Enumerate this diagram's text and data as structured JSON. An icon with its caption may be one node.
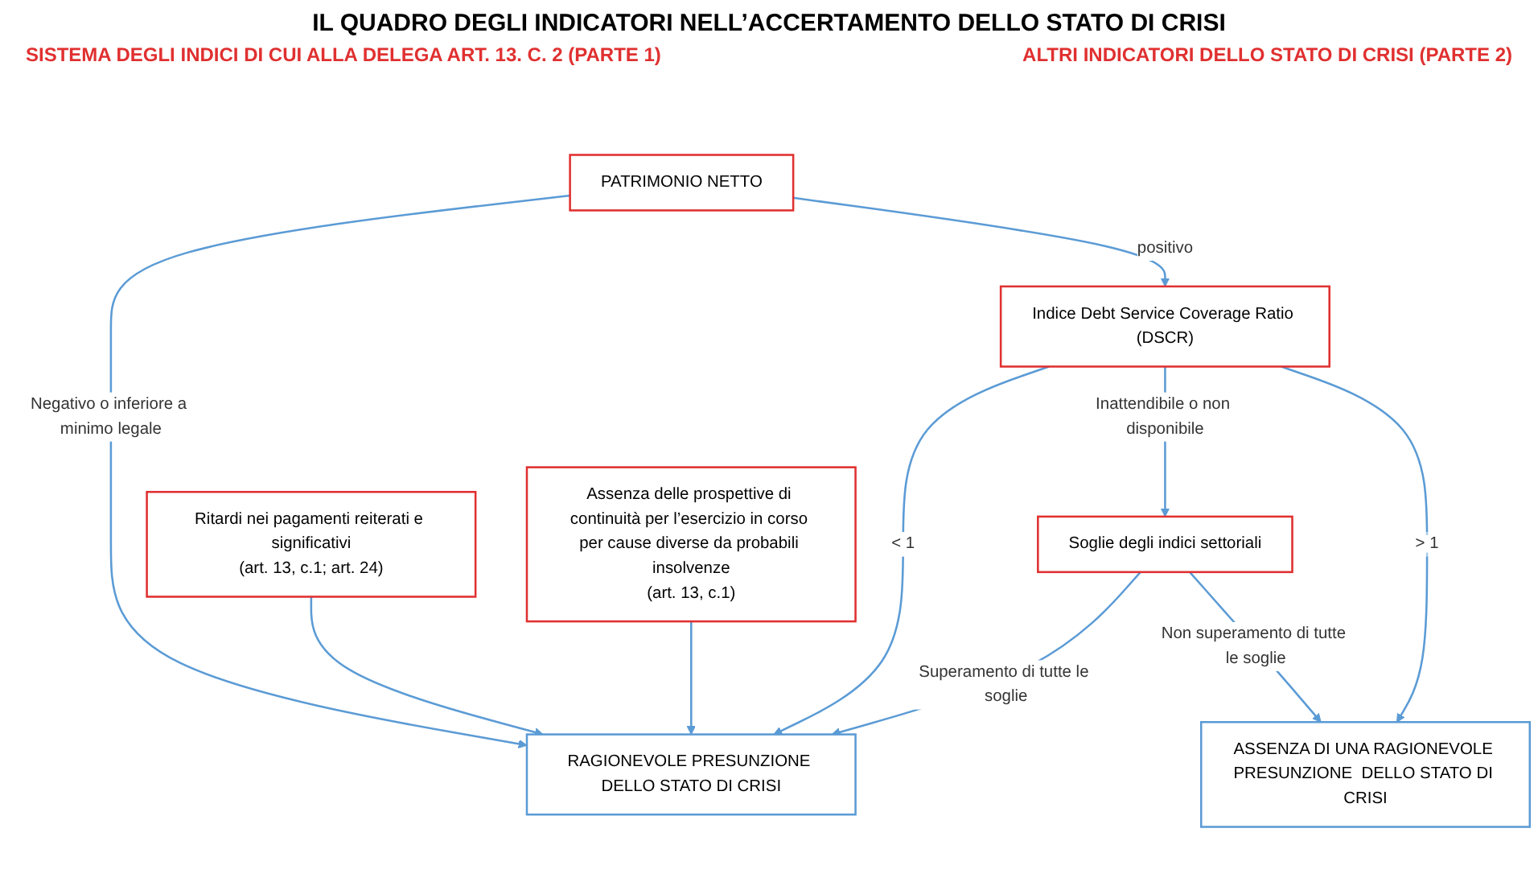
{
  "diagram": {
    "title": "IL QUADRO DEGLI INDICATORI NELL’ACCERTAMENTO DELLO STATO DI CRISI",
    "nodes": [
      {
        "text": [
          "PATRIMONIO NETTO"
        ]
      },
      {
        "text": [
          "Indice Debt Service Coverage Ratio (DSCR)"
        ]
      },
      {
        "text": [
          "Soglie degli indici settoriali"
        ]
      },
      {
        "text": [
          "RAGIONEVOLE PRESUNZIONE DELLO STATO DI CRISI"
        ]
      },
      {
        "text": [
          "ASSENZA DI UNA RAGIONEVOLE PRESUNZIONE  DELLO STATO DI CRISI"
        ]
      },
      {
        "text": [
          "Ritardi nei pagamenti reiterati e significativi",
          "(art. 13, c.1; art. 24)"
        ]
      },
      {
        "text": [
          "Assenza delle prospettive di continuità per l’esercizio in corso per cause diverse da probabili insolvenze",
          "(art. 13, c.1)"
        ]
      }
    ],
    "edges": [
      {
        "from": 0,
        "to": 3,
        "arrow": "to",
        "label": "Negativo o inferiore a minimo legale"
      },
      {
        "from": 0,
        "to": 1,
        "arrow": "to",
        "label": "positivo"
      },
      {
        "from": 1,
        "to": 3,
        "arrow": "to",
        "label": "< 1"
      },
      {
        "from": 1,
        "to": 2,
        "arrow": "to",
        "label": "Inattendibile o non disponibile"
      },
      {
        "from": 1,
        "to": 4,
        "arrow": "to",
        "label": "> 1"
      },
      {
        "from": 2,
        "to": 3,
        "arrow": "to",
        "label": "Superamento di tutte le soglie"
      },
      {
        "from": 2,
        "to": 4,
        "arrow": "to",
        "label": "Non superamento di tutte le soglie"
      },
      {
        "from": 5,
        "to": 3,
        "arrow": "to"
      },
      {
        "from": 6,
        "to": 3,
        "arrow": "to"
      }
    ],
    "labels": [
      "SISTEMA DEGLI INDICI DI CUI ALLA DELEGA ART. 13. C. 2 (PARTE 1)",
      "ALTRI INDICATORI DELLO STATO DI CRISI (PARTE 2)"
    ]
  }
}
